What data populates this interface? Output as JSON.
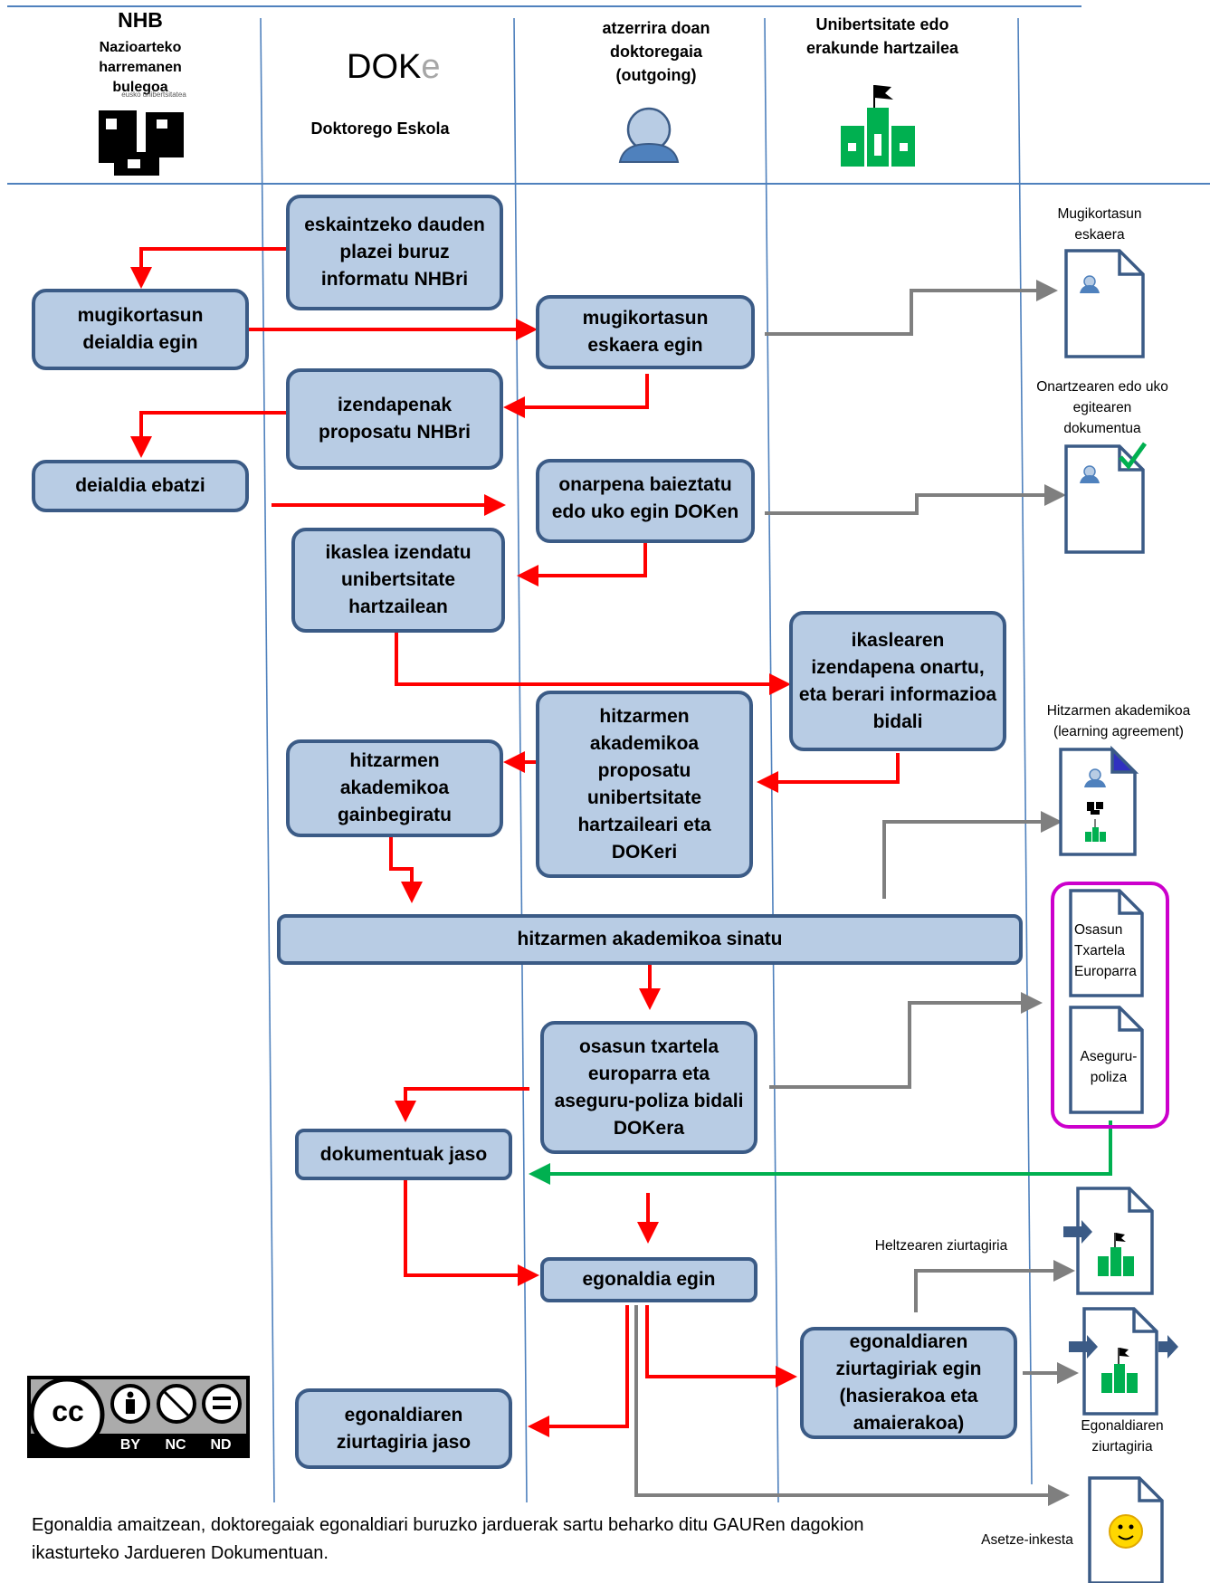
{
  "lanes": {
    "nhb": {
      "title": "NHB",
      "subtitle": "Nazioarteko harremanen bulegoa",
      "logo_text": "eusko unibertsitatea"
    },
    "doke": {
      "logo_main": "DOK",
      "logo_e": "e",
      "subtitle": "Doktorego Eskola"
    },
    "outgoing": {
      "title": "atzerrira doan doktoregaia (outgoing)"
    },
    "host": {
      "title": "Unibertsitate edo erakunde hartzailea"
    }
  },
  "steps": {
    "s1": "eskaintzeko dauden plazei buruz informatu NHBri",
    "s2": "mugikortasun deialdia egin",
    "s3": "mugikortasun eskaera egin",
    "s4": "izendapenak proposatu NHBri",
    "s5": "deialdia ebatzi",
    "s6": "onarpena baieztatu edo uko egin DOKen",
    "s7": "ikaslea izendatu unibertsitate hartzailean",
    "s8": "ikaslearen izendapena onartu, eta berari informazioa bidali",
    "s9": "hitzarmen akademikoa proposatu unibertsitate hartzaileari eta DOKeri",
    "s10": "hitzarmen akademikoa gainbegiratu",
    "s11": "hitzarmen akademikoa sinatu",
    "s12": "osasun txartela europarra eta aseguru-poliza bidali DOKera",
    "s13": "dokumentuak jaso",
    "s14": "egonaldia egin",
    "s15": "egonaldiaren ziurtagiriak egin (hasierakoa eta amaierakoa)",
    "s16": "egonaldiaren ziurtagiria jaso"
  },
  "documents": {
    "d1": "Mugikortasun eskaera",
    "d2": "Onartzearen edo uko egitearen dokumentua",
    "d3": "Hitzarmen akademikoa (learning agreement)",
    "d4": "Osasun Txartela Europarra",
    "d5": "Aseguru-poliza",
    "d6": "Heltzearen ziurtagiria",
    "d7": "Egonaldiaren ziurtagiria",
    "d8": "Asetze-inkesta"
  },
  "license": {
    "cc": "cc",
    "by": "BY",
    "nc": "NC",
    "nd": "ND"
  },
  "footer": "Egonaldia amaitzean, doktoregaiak egonaldiari buruzko jarduerak sartu beharko ditu GAURen dagokion ikasturteko Jardueren Dokumentuan.",
  "colors": {
    "box_fill": "#b8cce4",
    "box_border": "#3b5b86",
    "flow_arrow": "#ff0000",
    "doc_arrow": "#7f7f7f",
    "return_arrow": "#00b050",
    "lane_line": "#4f81bd",
    "group_border": "#cc00cc",
    "building": "#00b050"
  }
}
